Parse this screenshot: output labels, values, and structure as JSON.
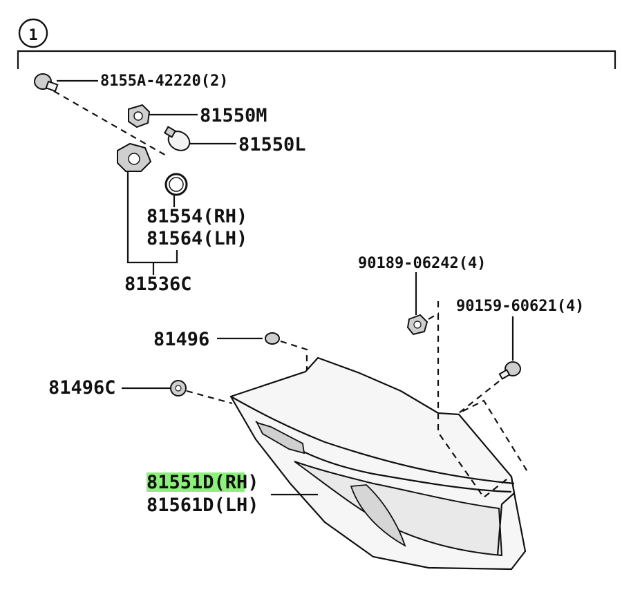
{
  "callout_number": "1",
  "highlight_color": "#8cf07a",
  "labels": {
    "screw_top": "8155A-42220(2)",
    "socket_m": "81550M",
    "bulb_l": "81550L",
    "gasket_rh": "81554(RH)",
    "gasket_lh": "81564(LH)",
    "socket_assy": "81536C",
    "nut_a": "90189-06242(4)",
    "bolt_b": "90159-60621(4)",
    "clip": "81496",
    "clip_c": "81496C",
    "lamp_rh": "81551D(RH)",
    "lamp_lh": "81561D(LH)"
  }
}
